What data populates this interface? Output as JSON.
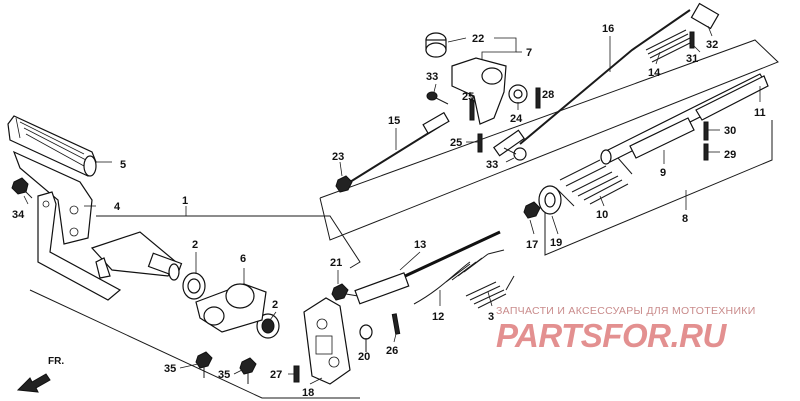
{
  "diagram": {
    "direction_label": "FR.",
    "callouts": [
      {
        "id": "c1",
        "label": "1"
      },
      {
        "id": "c2a",
        "label": "2"
      },
      {
        "id": "c2b",
        "label": "2"
      },
      {
        "id": "c3",
        "label": "3"
      },
      {
        "id": "c4",
        "label": "4"
      },
      {
        "id": "c5",
        "label": "5"
      },
      {
        "id": "c6",
        "label": "6"
      },
      {
        "id": "c7",
        "label": "7"
      },
      {
        "id": "c8",
        "label": "8"
      },
      {
        "id": "c9",
        "label": "9"
      },
      {
        "id": "c10",
        "label": "10"
      },
      {
        "id": "c11",
        "label": "11"
      },
      {
        "id": "c12",
        "label": "12"
      },
      {
        "id": "c13",
        "label": "13"
      },
      {
        "id": "c14",
        "label": "14"
      },
      {
        "id": "c15",
        "label": "15"
      },
      {
        "id": "c16",
        "label": "16"
      },
      {
        "id": "c17",
        "label": "17"
      },
      {
        "id": "c18",
        "label": "18"
      },
      {
        "id": "c19",
        "label": "19"
      },
      {
        "id": "c20",
        "label": "20"
      },
      {
        "id": "c21",
        "label": "21"
      },
      {
        "id": "c22",
        "label": "22"
      },
      {
        "id": "c23",
        "label": "23"
      },
      {
        "id": "c24",
        "label": "24"
      },
      {
        "id": "c25a",
        "label": "25"
      },
      {
        "id": "c25b",
        "label": "25"
      },
      {
        "id": "c26",
        "label": "26"
      },
      {
        "id": "c27",
        "label": "27"
      },
      {
        "id": "c28",
        "label": "28"
      },
      {
        "id": "c29",
        "label": "29"
      },
      {
        "id": "c30",
        "label": "30"
      },
      {
        "id": "c31",
        "label": "31"
      },
      {
        "id": "c32",
        "label": "32"
      },
      {
        "id": "c33a",
        "label": "33"
      },
      {
        "id": "c33b",
        "label": "33"
      },
      {
        "id": "c34",
        "label": "34"
      },
      {
        "id": "c35a",
        "label": "35"
      },
      {
        "id": "c35b",
        "label": "35"
      }
    ]
  },
  "watermark": {
    "caption": "ЗАПЧАСТИ И АКСЕССУАРЫ ДЛЯ МОТОТЕХНИКИ",
    "logo": "PARTSFOR.RU"
  }
}
